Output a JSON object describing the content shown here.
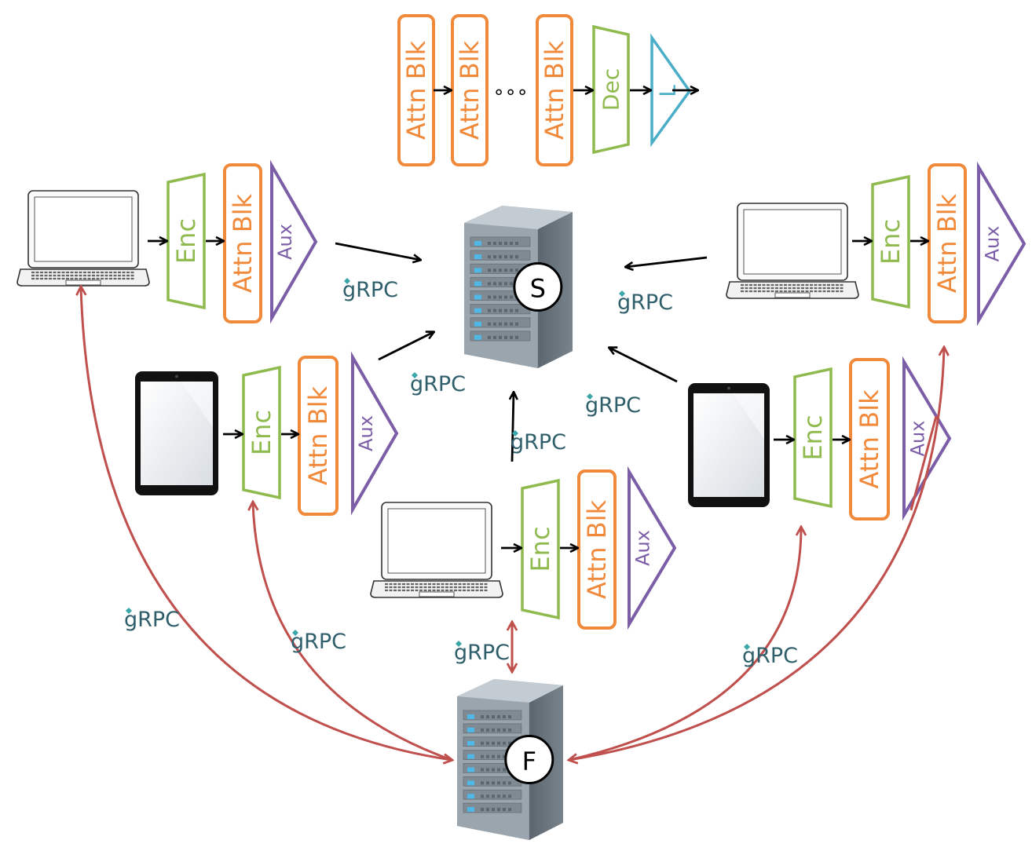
{
  "labels": {
    "attn": "Attn Blk",
    "enc": "Enc",
    "aux": "Aux",
    "dec": "Dec",
    "loss": "L",
    "ellipsis": "∘∘∘",
    "grpc": "gRPC",
    "server_split": "S",
    "server_fed": "F"
  },
  "colors": {
    "attn": "#f0893a",
    "enc": "#8fba4e",
    "aux": "#7b5ea7",
    "loss": "#4aaec9",
    "fed_arrow": "#c0504d",
    "grpc_text": "#2f5f6b",
    "server_body": "#6f7b85"
  }
}
